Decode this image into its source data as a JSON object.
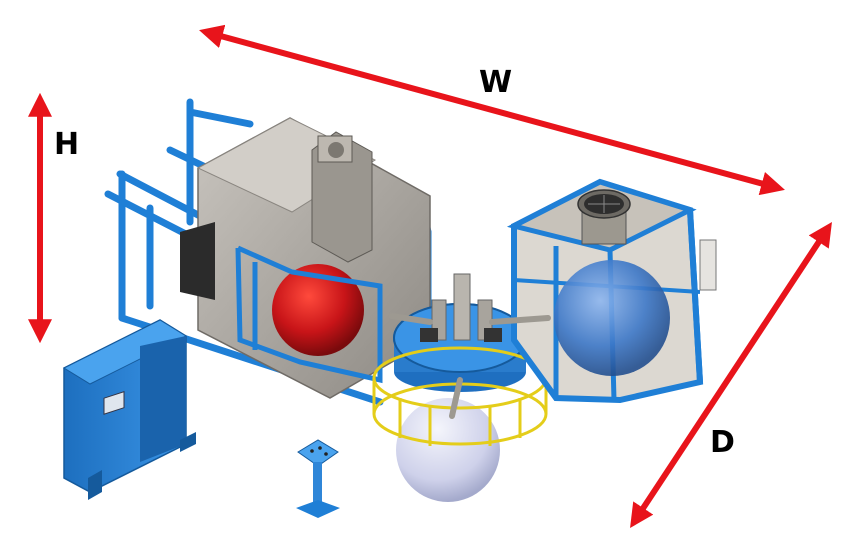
{
  "dimensions": {
    "height_label": "H",
    "width_label": "W",
    "depth_label": "D"
  },
  "colors": {
    "arrow": "#e8141b",
    "frame_blue": "#1f7fd6",
    "oven_gray": "#a7a39d",
    "mold_red": "#c81418",
    "cooling_sphere": "#3d78c8",
    "load_sphere": "#c9cce8",
    "guard_yellow": "#e4cd1a"
  },
  "icons": [
    "height-arrow",
    "width-arrow",
    "depth-arrow",
    "fan-icon"
  ]
}
